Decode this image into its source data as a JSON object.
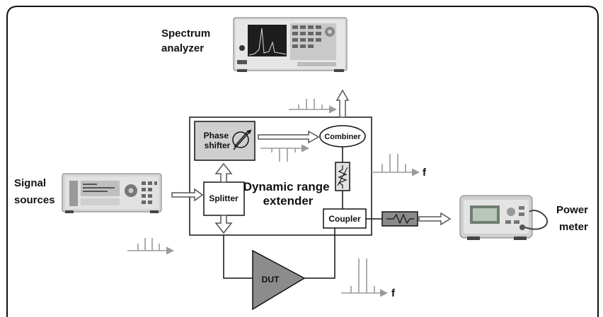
{
  "labels": {
    "spectrum_analyzer": "Spectrum\nanalyzer",
    "signal_sources": "Signal\nsources",
    "power_meter": "Power\nmeter",
    "dynamic_range_extender": "Dynamic range\nextender",
    "phase_shifter": "Phase\nshifter",
    "combiner": "Combiner",
    "splitter": "Splitter",
    "coupler": "Coupler",
    "dut": "DUT",
    "freq_axis_1": "f",
    "freq_axis_2": "f"
  },
  "colors": {
    "frame": "#111111",
    "gray_arrow": "#9a9a9a",
    "phase_box_fill": "#cfcfcf",
    "dut_fill": "#8c8c8c",
    "attenuator_fill": "#8a8a8a",
    "instrument_body": "#d7d7d7"
  },
  "icons": {
    "phase_shifter": "variable-phase-shifter-icon",
    "attenuator": "resistor-attenuator-icon",
    "instrument_spectrum": "spectrum-analyzer-instrument",
    "instrument_source": "signal-generator-instrument",
    "instrument_meter": "power-meter-instrument"
  }
}
